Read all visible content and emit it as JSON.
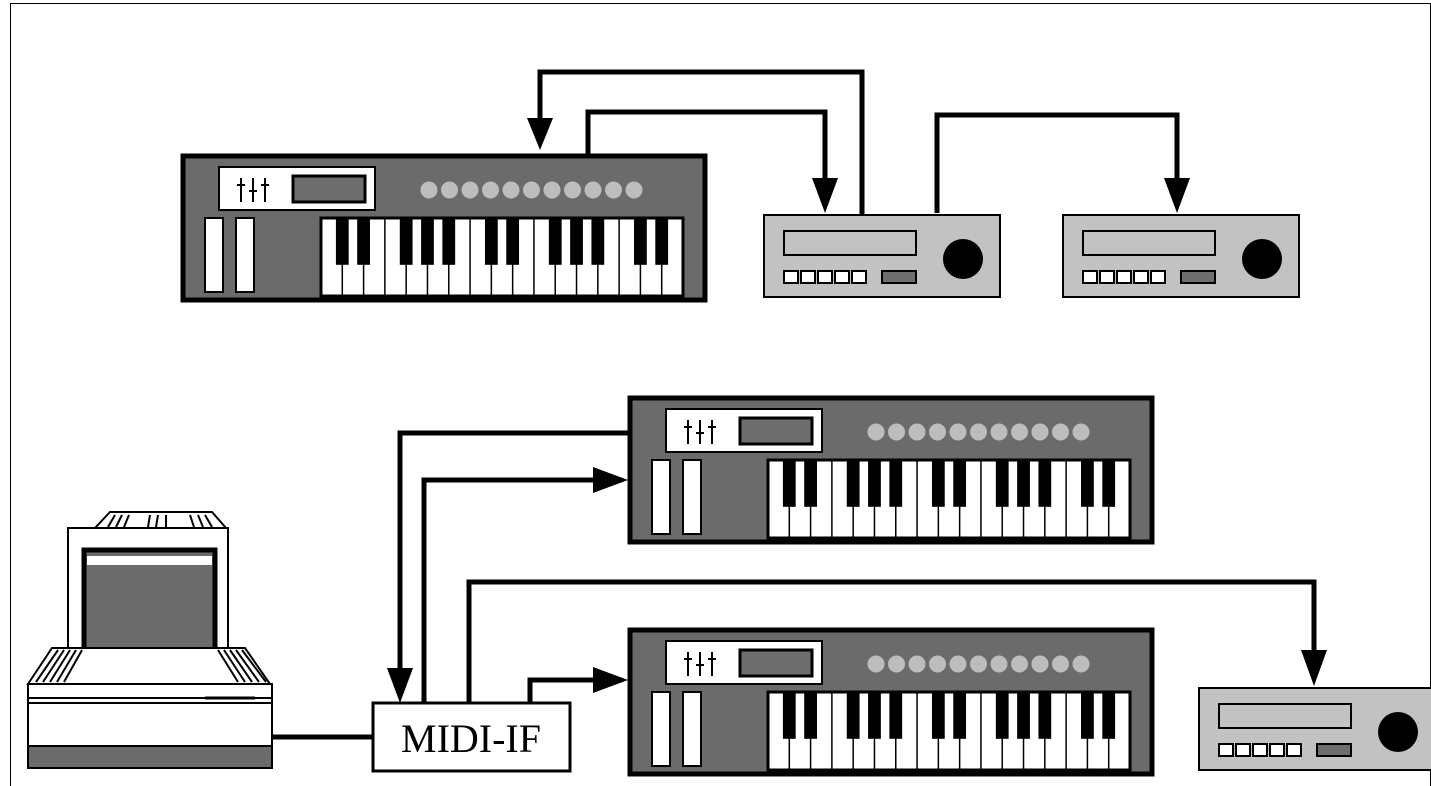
{
  "interface": {
    "label": "MIDI-IF"
  },
  "colors": {
    "body": "#6b6b6b",
    "module_body": "#c2c2c2",
    "pad": "#bdbdbd",
    "display": "#6e6e6e",
    "line": "#000000",
    "background": "#ffffff"
  },
  "devices": [
    {
      "kind": "keyboard",
      "role": "top-master-keyboard"
    },
    {
      "kind": "sound-module",
      "role": "top-module-1"
    },
    {
      "kind": "sound-module",
      "role": "top-module-2"
    },
    {
      "kind": "computer",
      "role": "computer"
    },
    {
      "kind": "keyboard",
      "role": "bottom-keyboard-1"
    },
    {
      "kind": "keyboard",
      "role": "bottom-keyboard-2"
    },
    {
      "kind": "sound-module",
      "role": "bottom-module"
    }
  ]
}
